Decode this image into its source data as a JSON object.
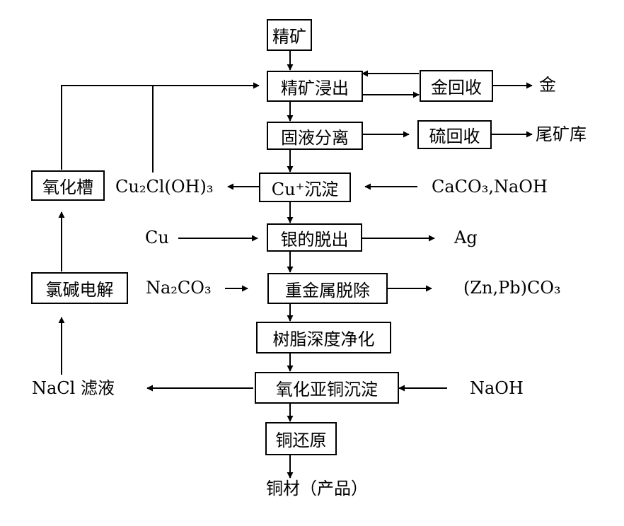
{
  "boxes": {
    "concentrate": "精矿",
    "leaching": "精矿浸出",
    "gold_recovery": "金回收",
    "solid_liquid_separation": "固液分离",
    "sulfur_recovery": "硫回收",
    "cu_precipitation": "Cu⁺沉淀",
    "silver_removal": "银的脱出",
    "heavy_metal_removal": "重金属脱除",
    "resin_purification": "树脂深度净化",
    "cuprous_oxide_precipitation": "氧化亚铜沉淀",
    "copper_reduction": "铜还原",
    "oxidation_tank": "氧化槽",
    "chlor_alkali_electrolysis": "氯碱电解"
  },
  "labels": {
    "gold": "金",
    "tailings": "尾矿库",
    "cu2cloh3": "Cu₂Cl(OH)₃",
    "caco3_naoh": "CaCO₃,NaOH",
    "cu": "Cu",
    "ag": "Ag",
    "na2co3": "Na₂CO₃",
    "znpbco3": "(Zn,Pb)CO₃",
    "nacl_filtrate": "NaCl 滤液",
    "naoh": "NaOH",
    "copper_product": "铜材（产品）"
  }
}
